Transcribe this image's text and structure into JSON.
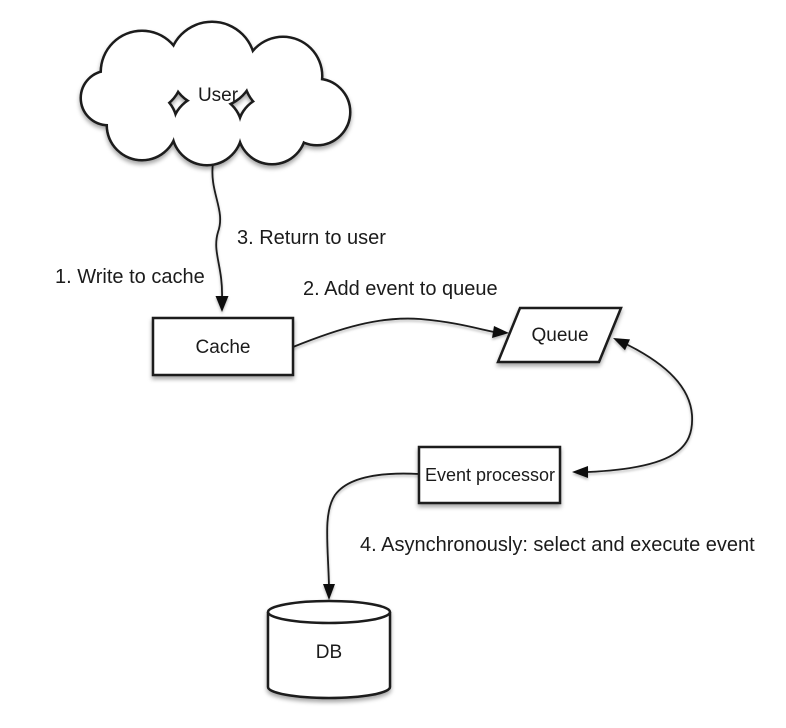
{
  "diagram": {
    "nodes": {
      "user": {
        "label": "User",
        "shape": "cloud"
      },
      "cache": {
        "label": "Cache",
        "shape": "rectangle"
      },
      "queue": {
        "label": "Queue",
        "shape": "parallelogram"
      },
      "event_processor": {
        "label": "Event processor",
        "shape": "rectangle"
      },
      "db": {
        "label": "DB",
        "shape": "cylinder"
      }
    },
    "labels": {
      "step1": "1. Write to cache",
      "step2": "2. Add event to queue",
      "step3": "3. Return to user",
      "step4": "4. Asynchronously: select and execute event"
    },
    "edges": [
      {
        "from": "user",
        "to": "cache",
        "label_refs": [
          "step1",
          "step3"
        ]
      },
      {
        "from": "cache",
        "to": "queue",
        "label_refs": [
          "step2"
        ]
      },
      {
        "from": "queue",
        "to": "event_processor",
        "bidirectional": true,
        "label_refs": []
      },
      {
        "from": "event_processor",
        "to": "db",
        "label_refs": [
          "step4"
        ]
      }
    ],
    "colors": {
      "stroke": "#1a1a1a",
      "text": "#1b1b1b",
      "fill": "#ffffff",
      "background": "#ffffff"
    }
  }
}
